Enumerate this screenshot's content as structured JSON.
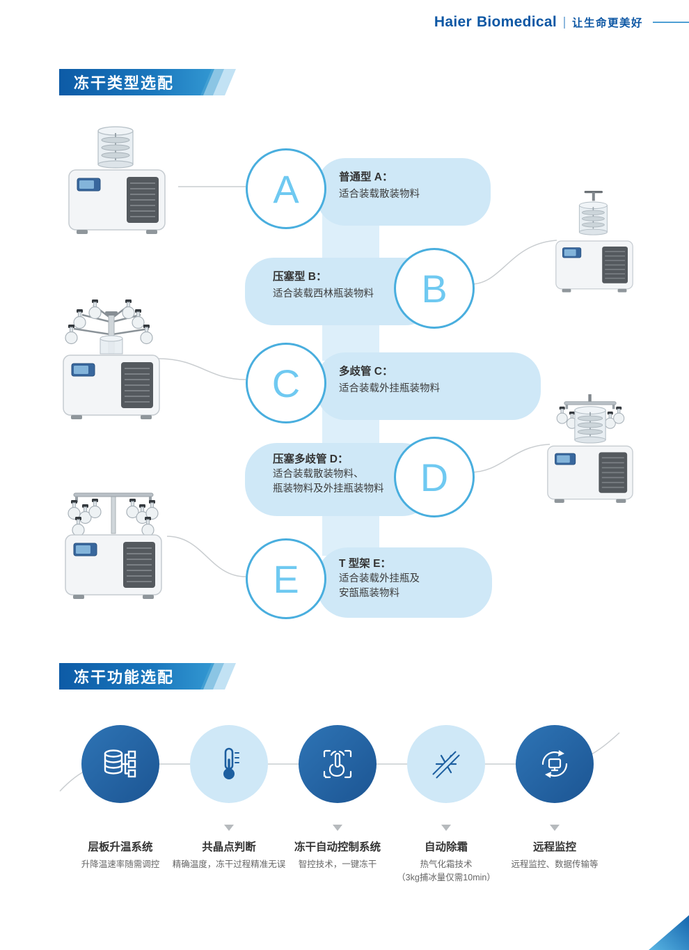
{
  "colors": {
    "brand_blue": "#0d57a4",
    "banner_gradient_start": "#0d5ba6",
    "banner_gradient_end": "#3398d2",
    "pill_light_blue": "#cfe8f7",
    "connector_bar_blue": "#ddeffa",
    "circle_border_blue": "#49aede",
    "letter_blue": "#6fc9f1",
    "dark_feature_circle": "#1c5593",
    "text_dark": "#333333",
    "text_gray": "#666666"
  },
  "header": {
    "logo_primary": "Haier",
    "logo_secondary": "Biomedical",
    "divider": "|",
    "tagline": "让生命更美好"
  },
  "type_section": {
    "title": "冻干类型选配",
    "nodes": [
      {
        "letter": "A",
        "title": "普通型 A：",
        "lines": [
          "适合装载散装物料"
        ]
      },
      {
        "letter": "B",
        "title": "压塞型 B：",
        "lines": [
          "适合装载西林瓶装物料"
        ]
      },
      {
        "letter": "C",
        "title": "多歧管 C：",
        "lines": [
          "适合装载外挂瓶装物料"
        ]
      },
      {
        "letter": "D",
        "title": "压塞多歧管 D：",
        "lines": [
          "适合装载散装物料、",
          "瓶装物料及外挂瓶装物料"
        ]
      },
      {
        "letter": "E",
        "title": "T 型架 E：",
        "lines": [
          "适合装载外挂瓶及",
          "安瓿瓶装物料"
        ]
      }
    ]
  },
  "function_section": {
    "title": "冻干功能选配",
    "items": [
      {
        "icon": "shelf-heating-icon",
        "style": "dark",
        "title": "层板升温系统",
        "lines": [
          "升降温速率随需调控"
        ]
      },
      {
        "icon": "thermometer-icon",
        "style": "light",
        "title": "共晶点判断",
        "lines": [
          "精确温度，冻干过程精准无误"
        ]
      },
      {
        "icon": "touch-control-icon",
        "style": "dark",
        "title": "冻干自动控制系统",
        "lines": [
          "智控技术，一键冻干"
        ]
      },
      {
        "icon": "defrost-icon",
        "style": "light",
        "title": "自动除霜",
        "lines": [
          "热气化霜技术",
          "（3kg捕冰量仅需10min）"
        ]
      },
      {
        "icon": "remote-monitoring-icon",
        "style": "dark",
        "title": "远程监控",
        "lines": [
          "远程监控、数据传输等"
        ]
      }
    ]
  }
}
